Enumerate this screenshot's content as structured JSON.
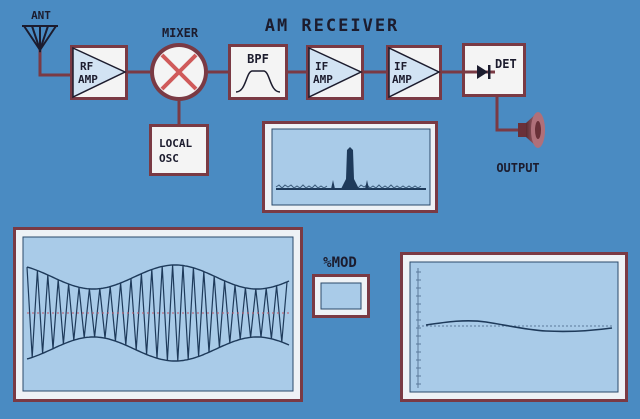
{
  "title": "AM RECEIVER",
  "labels": {
    "antenna": "ANT",
    "mixer": "MIXER",
    "output": "OUTPUT",
    "mod": "%MOD"
  },
  "blocks": {
    "rf_amp": [
      "RF",
      "AMP"
    ],
    "bpf": "BPF",
    "if_amp_1": [
      "IF",
      "AMP"
    ],
    "if_amp_2": [
      "IF",
      "AMP"
    ],
    "det": "DET",
    "local_osc": [
      "LOCAL",
      "OSC"
    ]
  },
  "colors": {
    "background": "#4a8bc2",
    "wire": "#7a3a44",
    "block_face": "#f4f4f4",
    "screen": "#a9cbe8",
    "trace": "#1e3a5a",
    "text": "#1c1c2e"
  },
  "icons": [
    "antenna-icon",
    "mixer-icon",
    "diode-icon",
    "speaker-icon",
    "bandpass-icon"
  ]
}
